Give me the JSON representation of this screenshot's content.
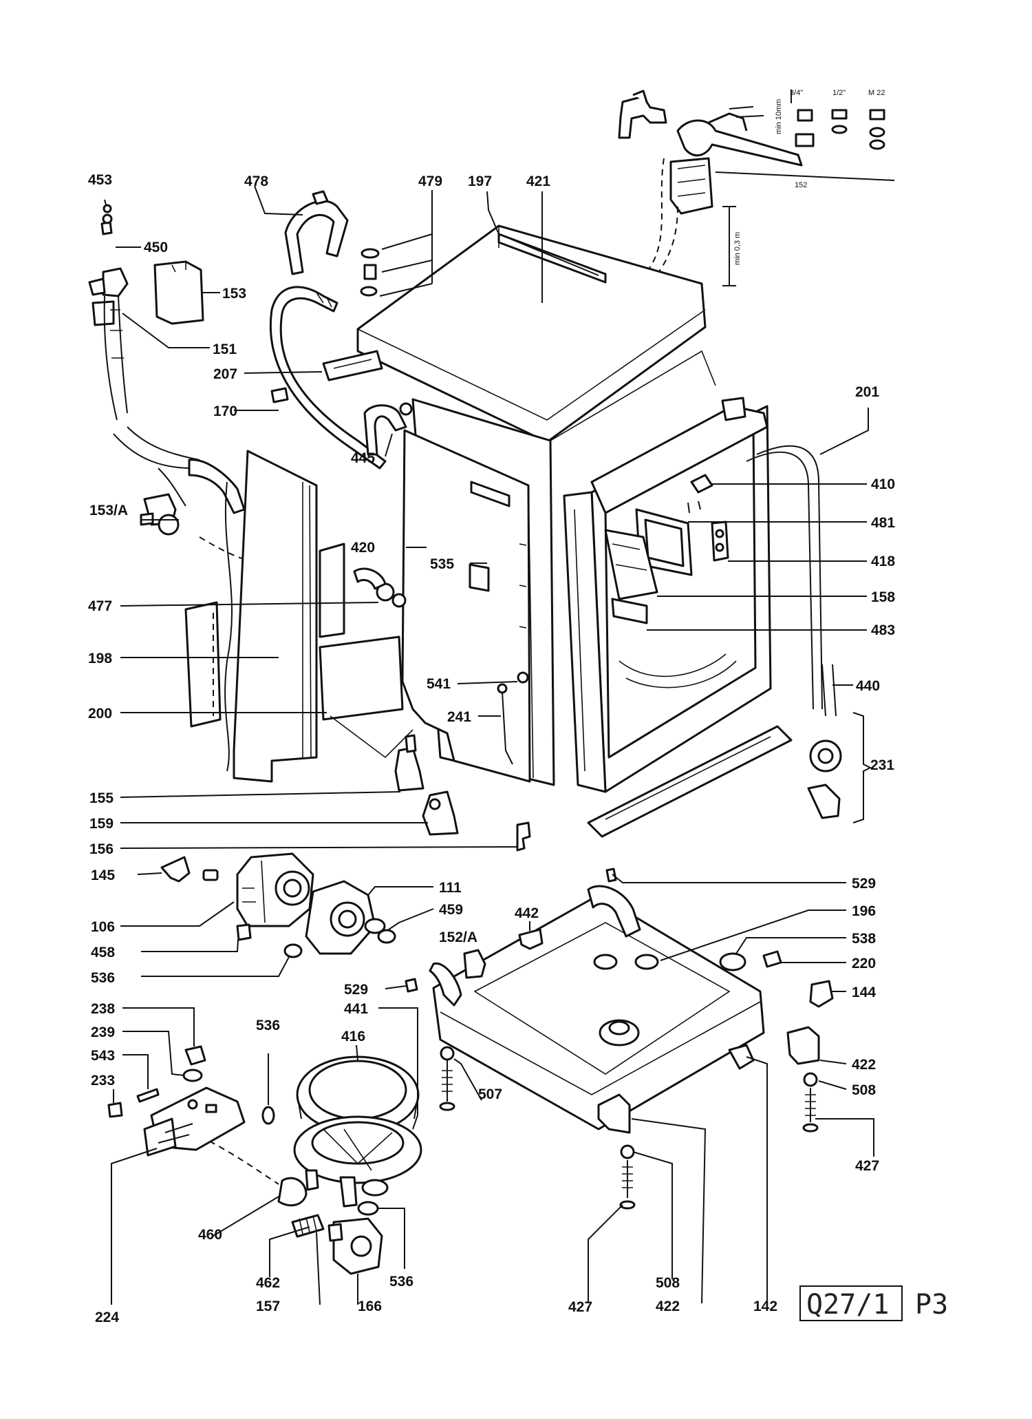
{
  "labels": {
    "453": "453",
    "450": "450",
    "153": "153",
    "151": "151",
    "478": "478",
    "479": "479",
    "197": "197",
    "421": "421",
    "207": "207",
    "170": "170",
    "445": "445",
    "201": "201",
    "410": "410",
    "481": "481",
    "418": "418",
    "158": "158",
    "483": "483",
    "440": "440",
    "231": "231",
    "153A": "153/A",
    "420": "420",
    "535": "535",
    "477": "477",
    "198": "198",
    "200": "200",
    "541": "541",
    "241": "241",
    "155": "155",
    "159": "159",
    "156": "156",
    "145": "145",
    "111": "111",
    "459": "459",
    "106": "106",
    "458": "458",
    "536a": "536",
    "152A": "152/A",
    "442": "442",
    "529a": "529",
    "196": "196",
    "538": "538",
    "220": "220",
    "144": "144",
    "529b": "529",
    "441": "441",
    "416": "416",
    "238": "238",
    "239": "239",
    "543": "543",
    "233": "233",
    "536b": "536",
    "507": "507",
    "422a": "422",
    "508a": "508",
    "427a": "427",
    "224": "224",
    "460": "460",
    "462": "462",
    "157": "157",
    "166": "166",
    "536c": "536",
    "427b": "427",
    "508b": "508",
    "422b": "422",
    "142": "142"
  },
  "inset": {
    "size_a": "3/4\"",
    "size_b": "1/2\"",
    "size_c": "M 22",
    "min_10mm": "min 10mm",
    "min_03m": "min 0,3 m",
    "code_152": "152"
  },
  "sheet": {
    "code": "Q27/1",
    "page": "P3"
  }
}
